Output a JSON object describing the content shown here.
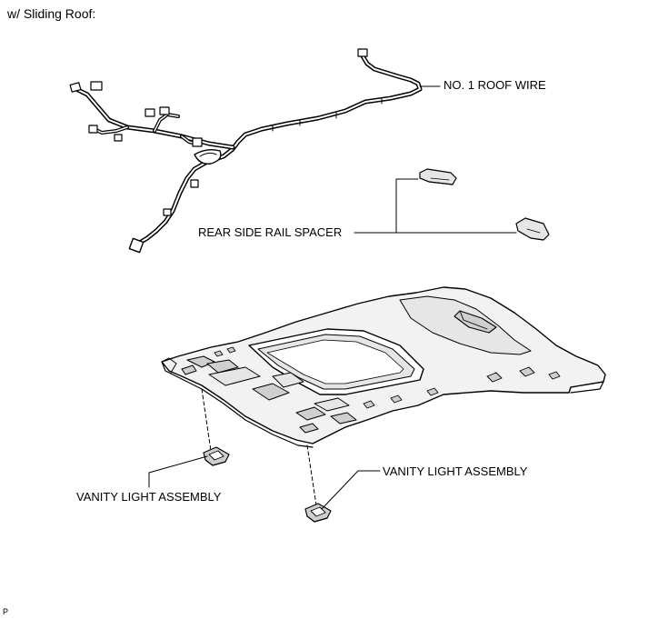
{
  "heading": "w/ Sliding Roof:",
  "labels": {
    "roof_wire": "NO. 1 ROOF WIRE",
    "rear_side_rail_spacer": "REAR SIDE RAIL SPACER",
    "vanity_light_right": "VANITY LIGHT ASSEMBLY",
    "vanity_light_left": "VANITY LIGHT ASSEMBLY"
  },
  "corner_code": "P",
  "colors": {
    "line": "#000000",
    "shade": "#cfcfcf",
    "light_shade": "#e6e6e6",
    "background": "#ffffff"
  }
}
